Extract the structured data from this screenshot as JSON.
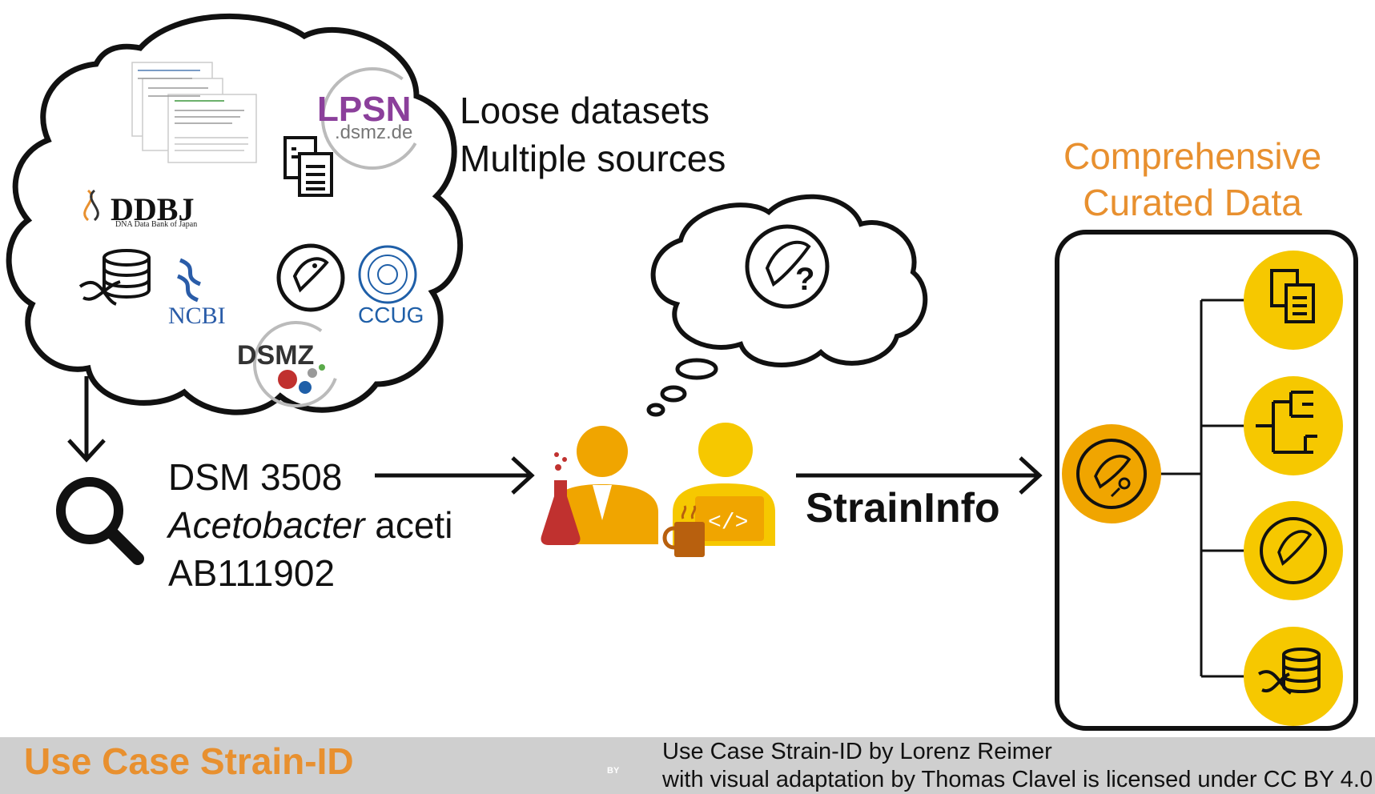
{
  "cloud": {
    "heading_line1": "Loose datasets",
    "heading_line2": "Multiple sources",
    "logos": {
      "lpsn": "LPSN",
      "lpsn_sub": ".dsmz.de",
      "ddbj": "DDBJ",
      "ddbj_sub": "DNA Data Bank of Japan",
      "ncbi": "NCBI",
      "ccug": "CCUG",
      "dsmz": "DSMZ"
    }
  },
  "query": {
    "line1": "DSM 3508",
    "line2_italic": "Acetobacter",
    "line2_rest": " aceti",
    "line3": "AB111902"
  },
  "process": {
    "label": "StrainInfo"
  },
  "result": {
    "heading_line1": "Comprehensive",
    "heading_line2": "Curated Data"
  },
  "footer": {
    "title": "Use Case Strain-ID",
    "license_line1": "Use Case Strain-ID by Lorenz Reimer",
    "license_line2": "with visual adaptation by Thomas Clavel is licensed under CC BY 4.0",
    "badge_text": "BY"
  },
  "colors": {
    "accent_orange": "#e8902f",
    "yellow": "#f6c800",
    "dark_yellow": "#f0a500",
    "footer_bg": "#cfcfcf"
  }
}
